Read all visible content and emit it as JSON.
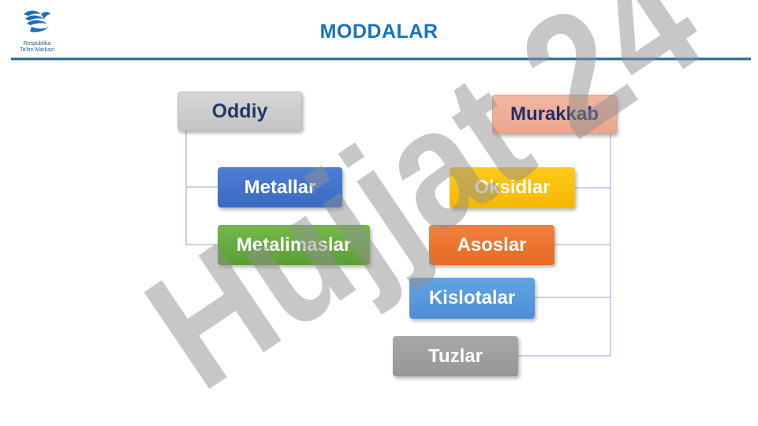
{
  "header": {
    "logo_icon": "dove-icon",
    "logo_line1": "Respublika",
    "logo_line2": "Ta'lim Markazi",
    "title": "MODDALAR"
  },
  "diagram": {
    "left_root": "Oddiy",
    "left_children": [
      "Metallar",
      "Metalimaslar"
    ],
    "right_root": "Murakkab",
    "right_children": [
      "Oksidlar",
      "Asoslar",
      "Kislotalar",
      "Tuzlar"
    ]
  },
  "watermark": {
    "text": "Hujjat 24"
  },
  "colors": {
    "title": "#1573bb",
    "rule": "#2f6fb0",
    "oddiy": "#c8c8c8",
    "murakkab": "#eeaa92",
    "metallar": "#4472c4",
    "metalimaslar": "#6aaa42",
    "oksidlar": "#ffc000",
    "asoslar": "#ed7d31",
    "kislotalar": "#5b9bd5",
    "tuzlar": "#a5a5a5",
    "connector": "#8ea6d8"
  }
}
